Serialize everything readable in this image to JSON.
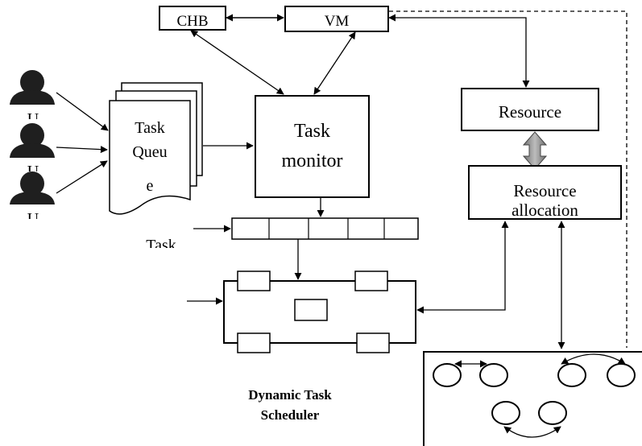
{
  "queue_label": [
    "Task",
    "Queu",
    "e"
  ],
  "top_box_left": "CHB",
  "top_box_right": "VM",
  "task_monitor": [
    "Task",
    "monitor"
  ],
  "resource_top": "Resource",
  "resource_bottom": [
    "Resource",
    "allocation"
  ],
  "buffer_label": "Task",
  "user_label": "U",
  "scheduler_title": [
    "Dynamic Task",
    "Scheduler"
  ],
  "colors": {
    "stroke": "#000000",
    "double_arrow": "#8c8c8c"
  }
}
